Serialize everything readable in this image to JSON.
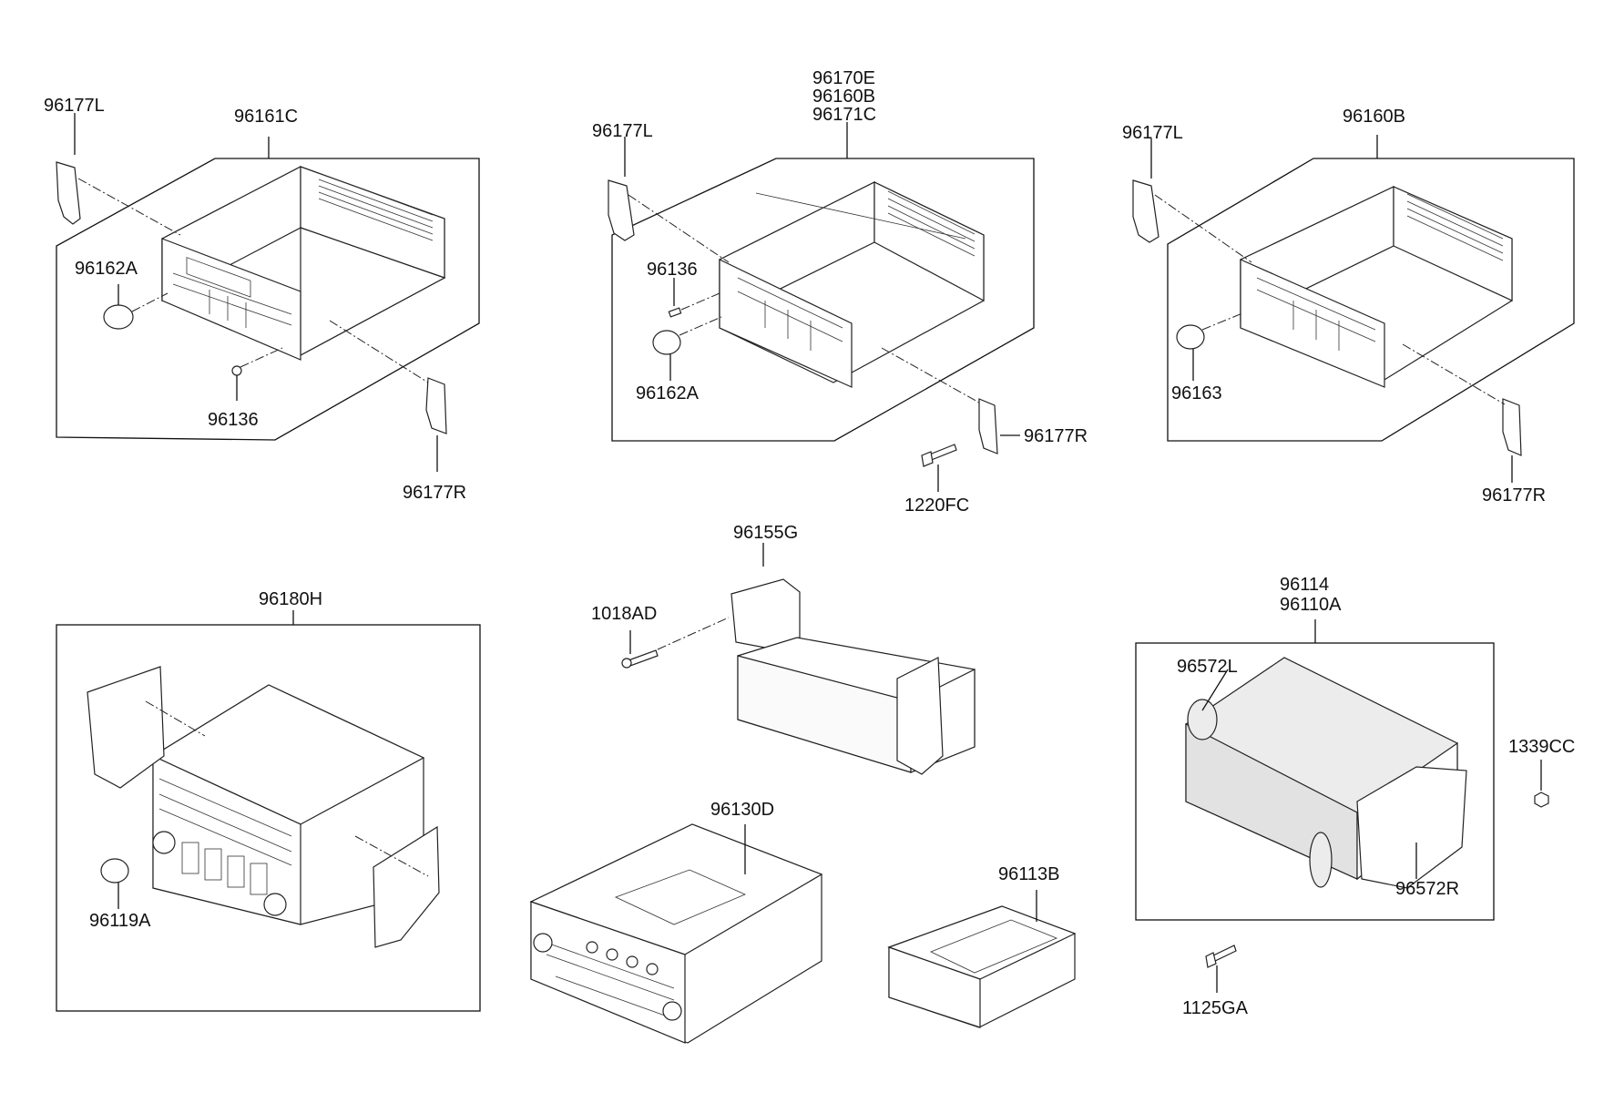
{
  "labels": {
    "p96177L_a": "96177L",
    "p96161C": "96161C",
    "p96162A_a": "96162A",
    "p96136_a": "96136",
    "p96177R_a": "96177R",
    "p96170E": "96170E",
    "p96160B_m": "96160B",
    "p96171C": "96171C",
    "p96177L_b": "96177L",
    "p96136_b": "96136",
    "p96162A_b": "96162A",
    "p96177R_b": "96177R",
    "p1220FC": "1220FC",
    "p96177L_c": "96177L",
    "p96160B_r": "96160B",
    "p96163": "96163",
    "p96177R_c": "96177R",
    "p96180H": "96180H",
    "p96119A": "96119A",
    "p96155G": "96155G",
    "p1018AD": "1018AD",
    "p96130D": "96130D",
    "p96113B": "96113B",
    "p96114": "96114",
    "p96110A": "96110A",
    "p96572L": "96572L",
    "p96572R": "96572R",
    "p1339CC": "1339CC",
    "p1125GA": "1125GA"
  }
}
